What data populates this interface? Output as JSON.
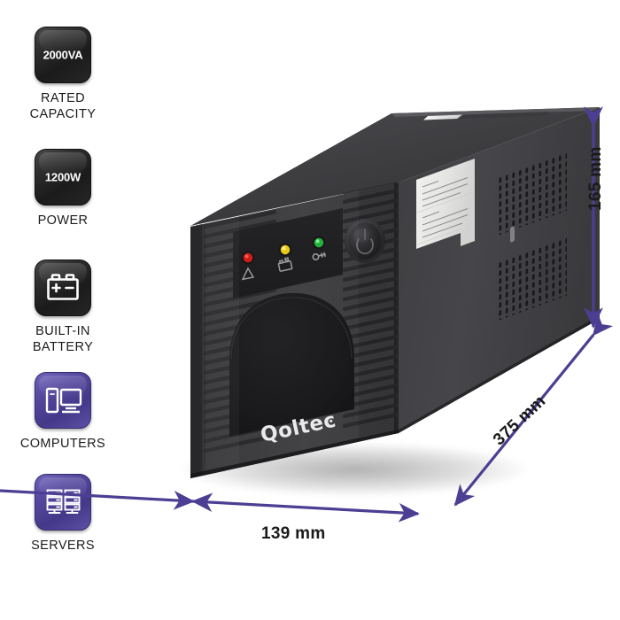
{
  "features": [
    {
      "key": "rated-capacity",
      "badge_text": "2000VA",
      "label": "RATED\nCAPACITY",
      "label_line1": "RATED",
      "label_line2": "CAPACITY",
      "style": "dark",
      "icon": "text-badge"
    },
    {
      "key": "power",
      "badge_text": "1200W",
      "label": "POWER",
      "label_line1": "POWER",
      "label_line2": "",
      "style": "dark",
      "icon": "text-badge"
    },
    {
      "key": "built-in-battery",
      "badge_text": "",
      "label": "BUILT-IN\nBATTERY",
      "label_line1": "BUILT-IN",
      "label_line2": "BATTERY",
      "style": "dark",
      "icon": "battery-icon"
    },
    {
      "key": "computers",
      "badge_text": "",
      "label": "COMPUTERS",
      "label_line1": "COMPUTERS",
      "label_line2": "",
      "style": "purple",
      "icon": "computer-icon"
    },
    {
      "key": "servers",
      "badge_text": "",
      "label": "SERVERS",
      "label_line1": "SERVERS",
      "label_line2": "",
      "style": "purple",
      "icon": "server-rack-icon"
    }
  ],
  "product": {
    "brand": "Qoltec",
    "type": "ups-line-interactive",
    "front_panel": {
      "leds": [
        {
          "name": "fault-led",
          "color": "#d41a15",
          "icon": "warning-triangle-icon"
        },
        {
          "name": "battery-led",
          "color": "#e8c916",
          "icon": "battery-icon"
        },
        {
          "name": "line-led",
          "color": "#23b13a",
          "icon": "plug-icon"
        }
      ],
      "power_button": "power-button"
    },
    "side_label": "specification-label"
  },
  "dimensions": {
    "width": "139 mm",
    "height": "165 mm",
    "depth": "375 mm"
  },
  "colors": {
    "accent_purple": "#4c3f93",
    "badge_dark": "#242424",
    "badge_purple": "#53479e",
    "text": "#1a1a1a",
    "led_red": "#d41a15",
    "led_yellow": "#e8c916",
    "led_green": "#23b13a"
  }
}
